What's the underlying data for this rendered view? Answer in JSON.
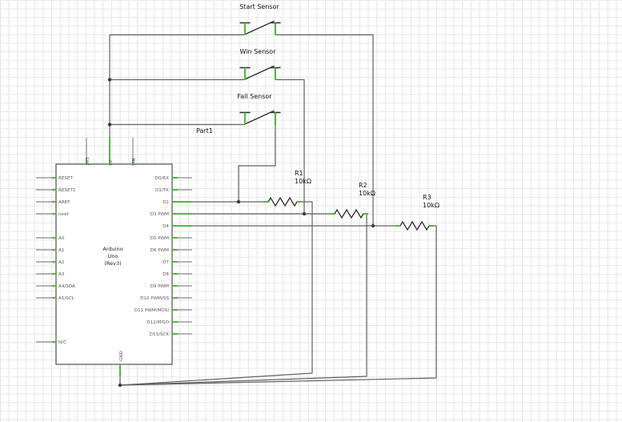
{
  "colors": {
    "wire": "#616161",
    "pin_green": "#4dbd33",
    "grid": "#e4e6e8",
    "symbol": "#2e2e2e",
    "pin_lead": "#9c9c9c"
  },
  "schematic": {
    "sensors": [
      {
        "label": "Start Sensor"
      },
      {
        "label": "Win Sensor"
      },
      {
        "label": "Fall Sensor"
      }
    ],
    "part_label": "Part1",
    "resistors": [
      {
        "name": "R1",
        "value": "10kΩ"
      },
      {
        "name": "R2",
        "value": "10kΩ"
      },
      {
        "name": "R3",
        "value": "10kΩ"
      }
    ],
    "arduino": {
      "title_lines": [
        "Arduino",
        "Uno",
        "(Rev3)"
      ],
      "left_pins": [
        "RESET",
        "RESET2",
        "AREF",
        "ioref",
        "A0",
        "A1",
        "A2",
        "A3",
        "A4/SDA",
        "A5/SCL",
        "N/C"
      ],
      "right_pins": [
        "D0/RX",
        "D1/TX",
        "D2",
        "D3 PWM",
        "D4",
        "D5 PWM",
        "D6 PWM",
        "D7",
        "D8",
        "D9 PWM",
        "D10 PWM/SS",
        "D11 PWM/MOSI",
        "D12/MISO",
        "D13/SCK"
      ],
      "top_pins": [
        "3V3",
        "5V",
        "VIN"
      ],
      "bottom_pin": "GND"
    }
  }
}
